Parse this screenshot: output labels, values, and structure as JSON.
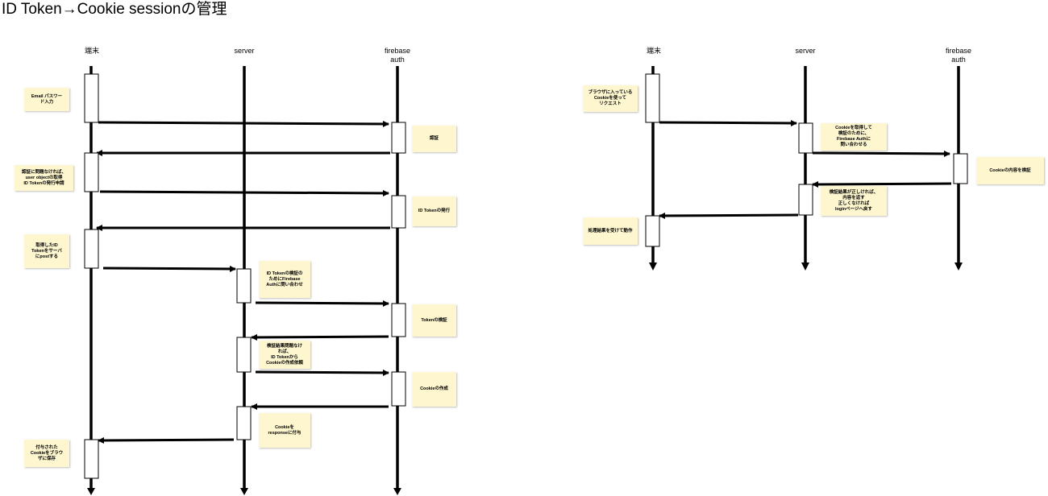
{
  "title": "ID Token→Cookie sessionの管理",
  "left": {
    "headers": {
      "device": "端末",
      "server": "server",
      "firebase": "firebase\nauth"
    },
    "notes": {
      "n1": "Email パスワー\nド入力",
      "n2": "認証",
      "n3": "認証に問題なければ、\nuser objectの取得\nID Tokenの発行申請",
      "n4": "ID Tokenの発行",
      "n5": "取得したID\nTokenをサーバ\nにpostする",
      "n6": "ID Tokenの検証の\nためにFirebase\nAuthに問い合わせ",
      "n7": "Tokenの検証",
      "n8": "検証結果問題なけ\nれば、\nID Tokenから\nCookieの作成依頼",
      "n9": "Cookieの作成",
      "n10": "Cookieを\nresponseに付与",
      "n11": "付与された\nCookieをブラウ\nザに保存"
    }
  },
  "right": {
    "headers": {
      "device": "端末",
      "server": "server",
      "firebase": "firebase\nauth"
    },
    "notes": {
      "n1": "ブラウザに入っている\nCookieを使って\nリクエスト",
      "n2": "Cookieを取得して\n検証のために、\nFirebase Authに\n問い合わせる",
      "n3": "Cookieの内容を検証",
      "n4": "検証結果が正しければ、\n内容を返す\n正しくなければ\nloginページへ戻す",
      "n5": "処理結果を受けて動作"
    }
  }
}
